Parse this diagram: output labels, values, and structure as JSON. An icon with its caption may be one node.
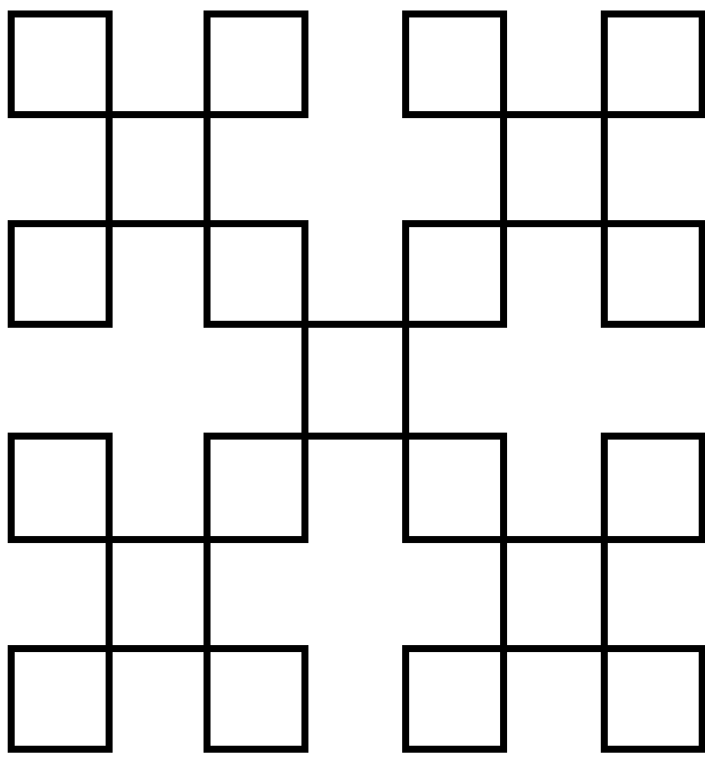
{
  "diagram": {
    "nodes": [
      {
        "text": [],
        "shape": "box"
      },
      {
        "text": [],
        "shape": "box"
      },
      {
        "text": [],
        "shape": "box"
      },
      {
        "text": [],
        "shape": "box"
      },
      {
        "text": [],
        "shape": "box"
      },
      {
        "text": [],
        "shape": "box"
      },
      {
        "text": [],
        "shape": "box"
      },
      {
        "text": [],
        "shape": "box"
      },
      {
        "text": [],
        "shape": "box"
      },
      {
        "text": [],
        "shape": "box"
      },
      {
        "text": [],
        "shape": "box"
      },
      {
        "text": [],
        "shape": "box"
      },
      {
        "text": [],
        "shape": "box"
      },
      {
        "text": [],
        "shape": "box"
      },
      {
        "text": [],
        "shape": "box"
      },
      {
        "text": [],
        "shape": "box"
      },
      {
        "text": [],
        "shape": "box"
      },
      {
        "text": [],
        "shape": "box"
      },
      {
        "text": [],
        "shape": "box"
      },
      {
        "text": [],
        "shape": "box"
      },
      {
        "text": [],
        "shape": "box"
      }
    ]
  }
}
